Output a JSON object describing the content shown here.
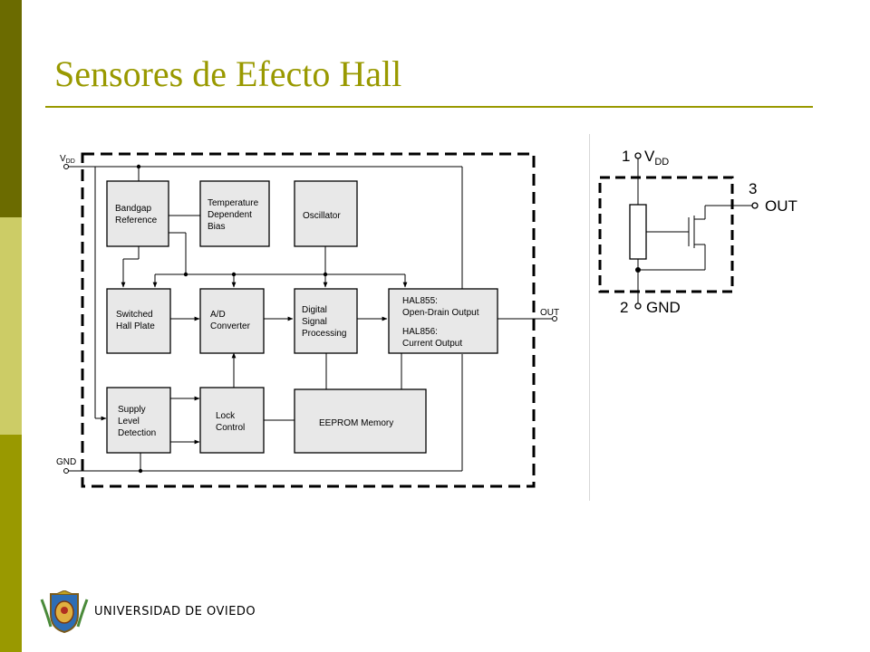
{
  "slide": {
    "title": "Sensores de Efecto Hall",
    "footer": "UNIVERSIDAD DE OVIEDO",
    "accent_color": "#999900",
    "side_bar_colors": [
      "#6b6b00",
      "#cccc66",
      "#999900"
    ]
  },
  "block_diagram": {
    "pins": {
      "vdd": "V",
      "vdd_sub": "DD",
      "gnd": "GND",
      "out": "OUT"
    },
    "blocks": {
      "bandgap": [
        "Bandgap",
        "Reference"
      ],
      "temperature": [
        "Temperature",
        "Dependent",
        "Bias"
      ],
      "oscillator": [
        "Oscillator"
      ],
      "hall_plate": [
        "Switched",
        "Hall Plate"
      ],
      "ad_converter": [
        "A/D",
        "Converter"
      ],
      "dsp": [
        "Digital",
        "Signal",
        "Processing"
      ],
      "output": [
        "HAL855:",
        "Open-Drain Output",
        "HAL856:",
        "Current Output"
      ],
      "supply": [
        "Supply",
        "Level",
        "Detection"
      ],
      "lock": [
        "Lock",
        "Control"
      ],
      "eeprom": [
        "EEPROM Memory"
      ]
    }
  },
  "pin_diagram": {
    "pin1_num": "1",
    "vdd": "V",
    "vdd_sub": "DD",
    "pin3_num": "3",
    "out": "OUT",
    "pin2_num": "2",
    "gnd": "GND"
  }
}
